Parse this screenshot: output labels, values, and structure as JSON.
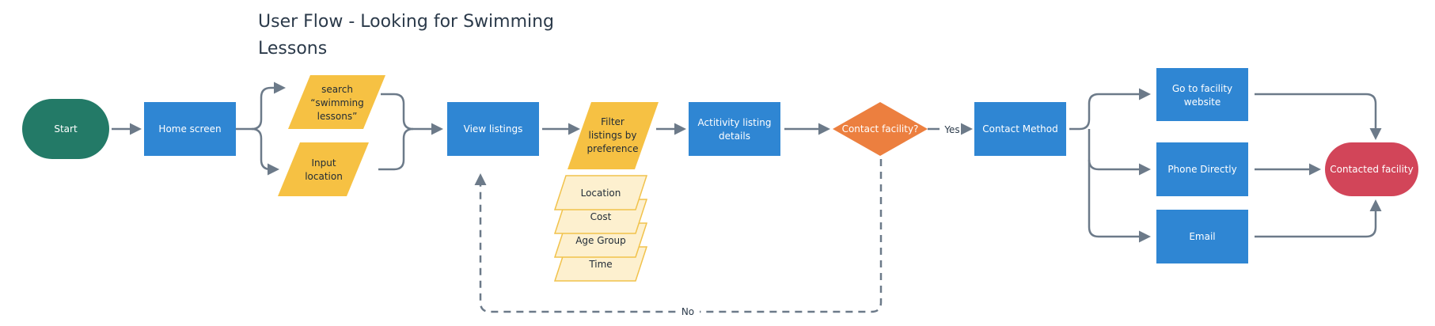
{
  "title": {
    "line1": "User Flow - Looking for Swimming",
    "line2": "Lessons"
  },
  "nodes": {
    "start": "Start",
    "home": "Home screen",
    "search": [
      "search",
      "“swimming",
      "lessons”"
    ],
    "location": [
      "Input",
      "location"
    ],
    "view": "View listings",
    "filter": [
      "Filter",
      "listings by",
      "preference"
    ],
    "details": [
      "Actitivity listing",
      "details"
    ],
    "decision": "Contact facility?",
    "method": "Contact Method",
    "website": [
      "Go to facility",
      "website"
    ],
    "phone": "Phone Directly",
    "email": "Email",
    "end": "Contacted facility"
  },
  "filters": [
    "Location",
    "Cost",
    "Age Group",
    "Time"
  ],
  "edges": {
    "yes": "Yes",
    "no": "No"
  },
  "colors": {
    "start": "#237a67",
    "process": "#2f86d3",
    "io": "#f6c143",
    "filter_fill": "#fdf0cf",
    "filter_stroke": "#f1c24b",
    "decision": "#ec7f3f",
    "end": "#d24559",
    "connector": "#6c7a89"
  }
}
